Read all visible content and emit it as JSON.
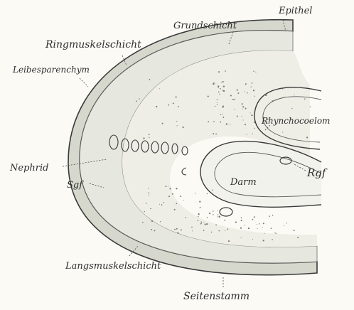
{
  "labels": {
    "epithel": "Epithel",
    "grundschicht": "Grundschicht",
    "ringmuskelschicht": "Ringmuskelschicht",
    "leibesparenchym": "Leibesparenchym",
    "rhynchocoelom": "Rhynchocoelom",
    "nephrid": "Nephrid",
    "rgf": "Rgf",
    "darm": "Darm",
    "sgf": "Sgf",
    "langsmuskelschicht": "Langsmuskelschicht",
    "seitenstamm": "Seitenstamm"
  },
  "colors": {
    "ink": "#3a3a3a",
    "tissue": "#d9dad0",
    "tissue_dark": "#c9cbbf",
    "paper": "#fbfaf5"
  }
}
